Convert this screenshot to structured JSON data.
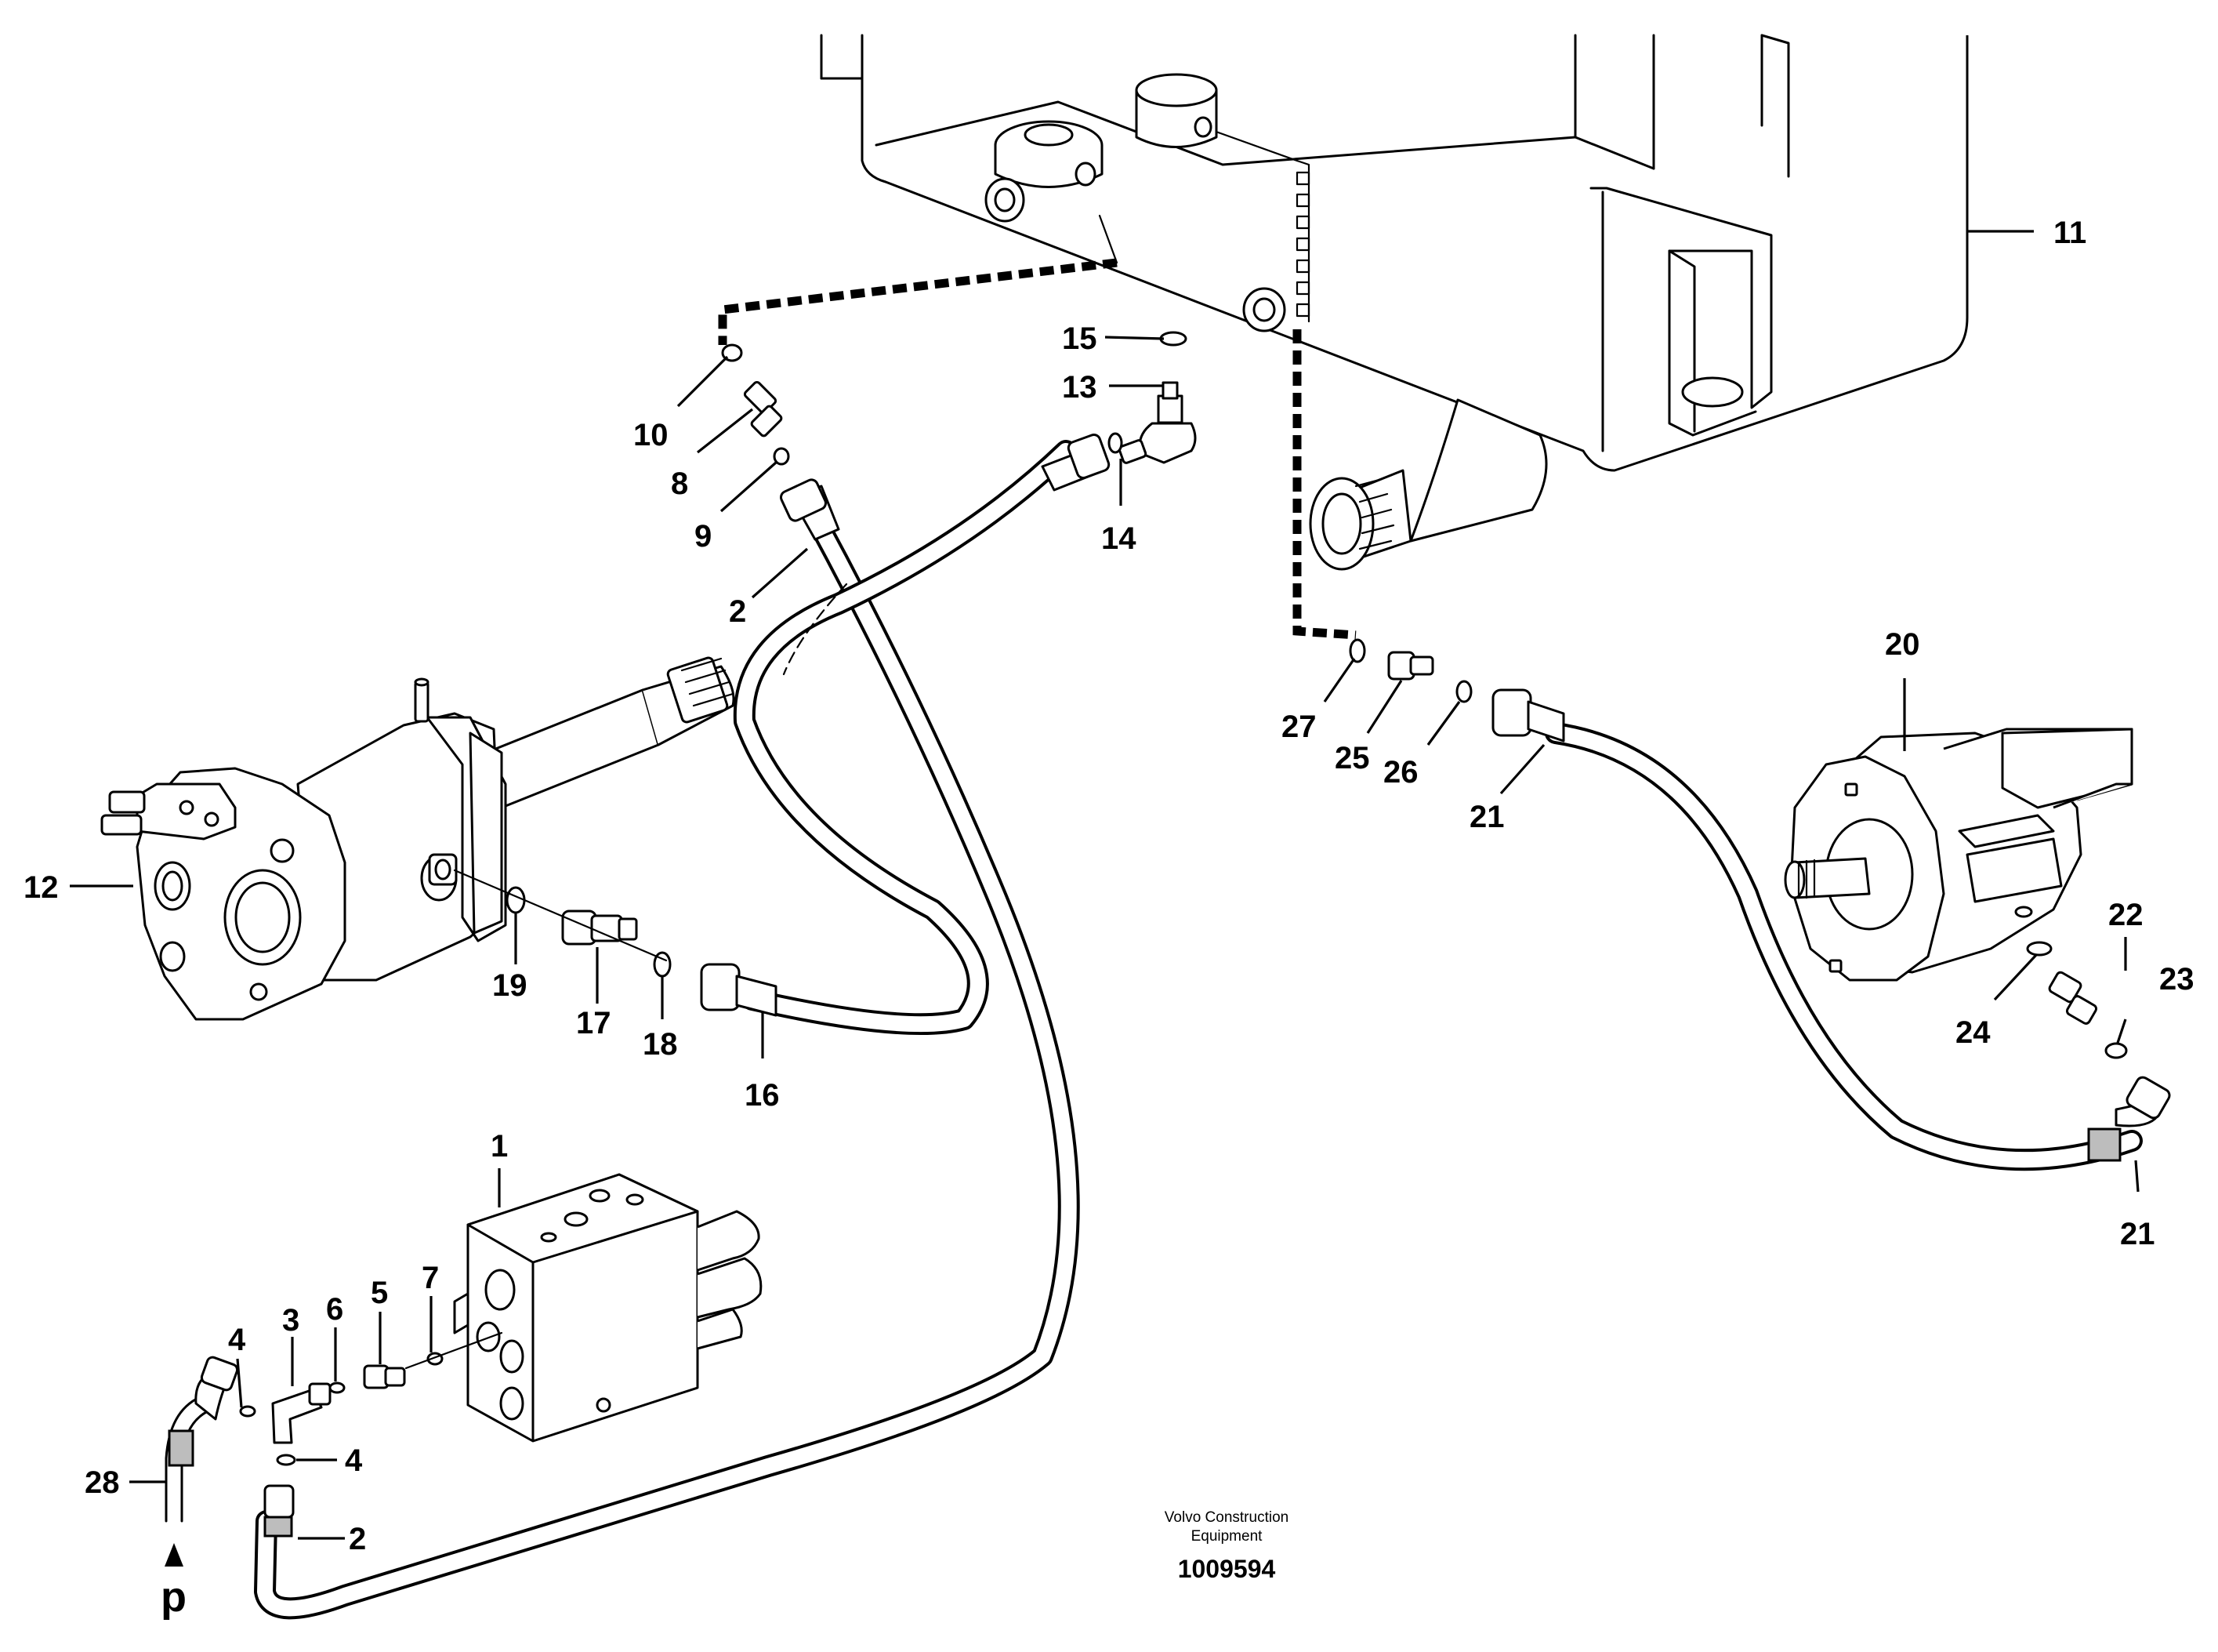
{
  "part_numbers": {
    "p1": "1",
    "p2a": "2",
    "p2b": "2",
    "p3": "3",
    "p4a": "4",
    "p4b": "4",
    "p5": "5",
    "p6": "6",
    "p7": "7",
    "p8": "8",
    "p9": "9",
    "p10": "10",
    "p11": "11",
    "p12": "12",
    "p13": "13",
    "p14": "14",
    "p15": "15",
    "p16": "16",
    "p17": "17",
    "p18": "18",
    "p19": "19",
    "p20": "20",
    "p21a": "21",
    "p21b": "21",
    "p22": "22",
    "p23": "23",
    "p24": "24",
    "p25": "25",
    "p26": "26",
    "p27": "27",
    "p28": "28"
  },
  "pressure_label": "p",
  "footer": {
    "company_line1": "Volvo Construction",
    "company_line2": "Equipment",
    "drawing_number": "1009594"
  }
}
